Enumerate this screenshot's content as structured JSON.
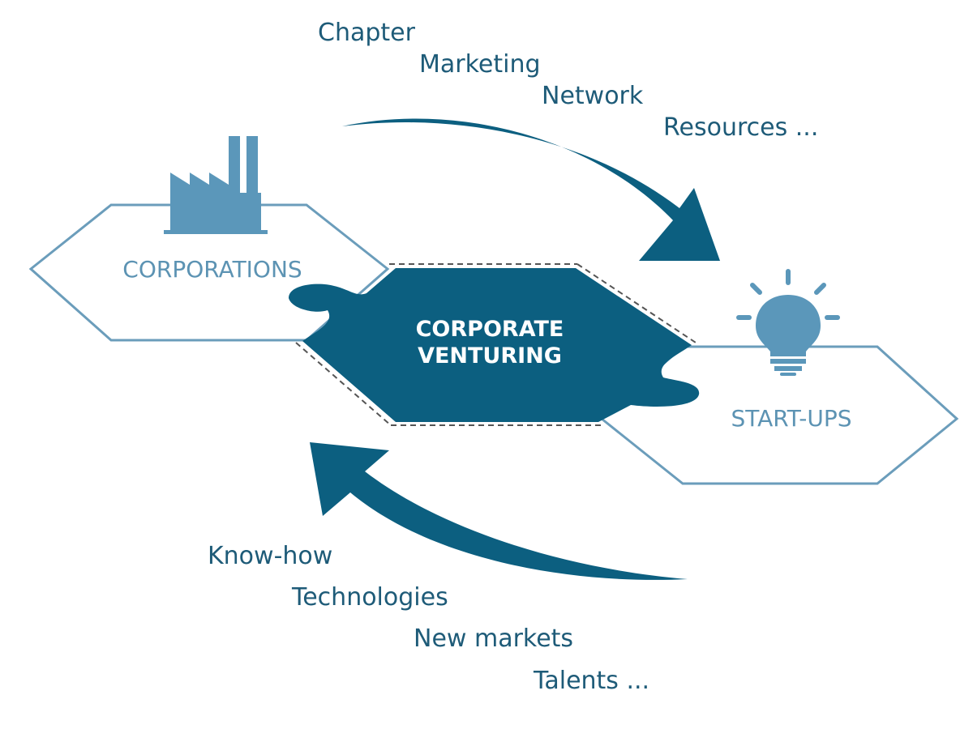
{
  "colors": {
    "dark": "#0c5f80",
    "light": "#5b97ba",
    "outline": "#6b9dbb",
    "text": "#1e5b78",
    "white": "#ffffff"
  },
  "corporations": {
    "label": "CORPORATIONS",
    "icon": "factory-icon"
  },
  "startups": {
    "label": "START-UPS",
    "icon": "lightbulb-icon"
  },
  "center": {
    "line1": "CORPORATE",
    "line2": "VENTURING"
  },
  "corporations_give": [
    "Chapter",
    "Marketing",
    "Network",
    "Resources ..."
  ],
  "startups_give": [
    "Know-how",
    "Technologies",
    "New markets",
    "Talents ..."
  ]
}
